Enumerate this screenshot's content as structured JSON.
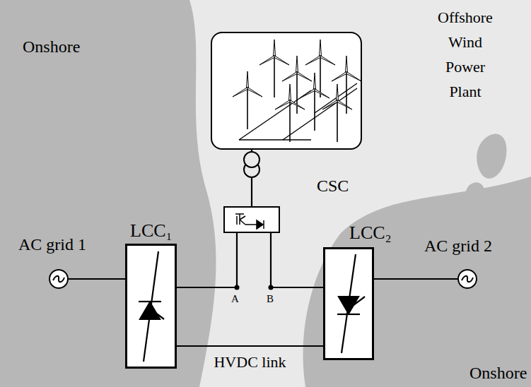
{
  "diagram": {
    "nodes": [
      {
        "text": [
          "Offshore Wind Power Plant"
        ]
      },
      {
        "text": [
          "CSC"
        ]
      },
      {
        "text": [
          "LCC₁"
        ]
      },
      {
        "text": [
          "LCC₂"
        ]
      },
      {
        "text": [
          "AC grid 1"
        ]
      },
      {
        "text": [
          "AC grid 2"
        ]
      }
    ],
    "edges": [
      {
        "from": 0,
        "to": 1,
        "arrow": "none"
      },
      {
        "from": 4,
        "to": 2,
        "arrow": "none"
      },
      {
        "from": 2,
        "to": 1,
        "arrow": "none"
      },
      {
        "from": 1,
        "to": 3,
        "arrow": "none"
      },
      {
        "from": 2,
        "to": 3,
        "label": "HVDC link",
        "arrow": "none"
      },
      {
        "from": 3,
        "to": 5,
        "arrow": "none"
      }
    ],
    "labels": [
      "Onshore",
      "Onshore",
      "A",
      "B"
    ]
  }
}
